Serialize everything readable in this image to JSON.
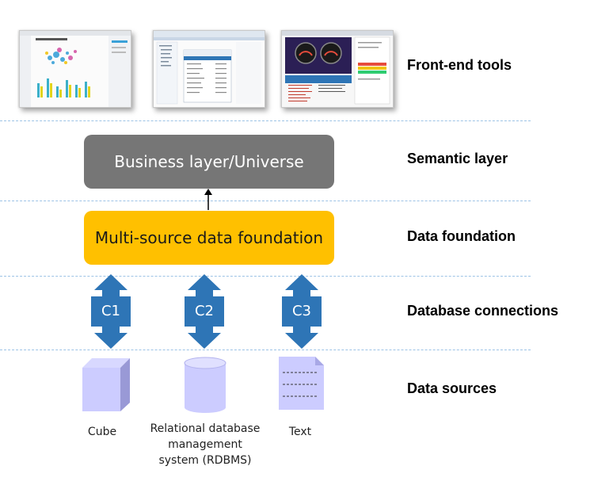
{
  "layers": {
    "front_end": "Front-end tools",
    "semantic": "Semantic layer",
    "data_foundation": "Data foundation",
    "connections": "Database connections",
    "sources": "Data sources"
  },
  "boxes": {
    "business_layer": "Business layer/Universe",
    "multi_source": "Multi-source data foundation"
  },
  "connections": [
    "C1",
    "C2",
    "C3"
  ],
  "sources": {
    "cube": "Cube",
    "rdbms_line1": "Relational database",
    "rdbms_line2": "management",
    "rdbms_line3": "system (RDBMS)",
    "text": "Text"
  },
  "colors": {
    "business_box": "#767676",
    "foundation_box": "#ffc000",
    "connection_arrow": "#2e75b6",
    "source_shape": "#ccccff",
    "divider": "#9dc3e6"
  }
}
